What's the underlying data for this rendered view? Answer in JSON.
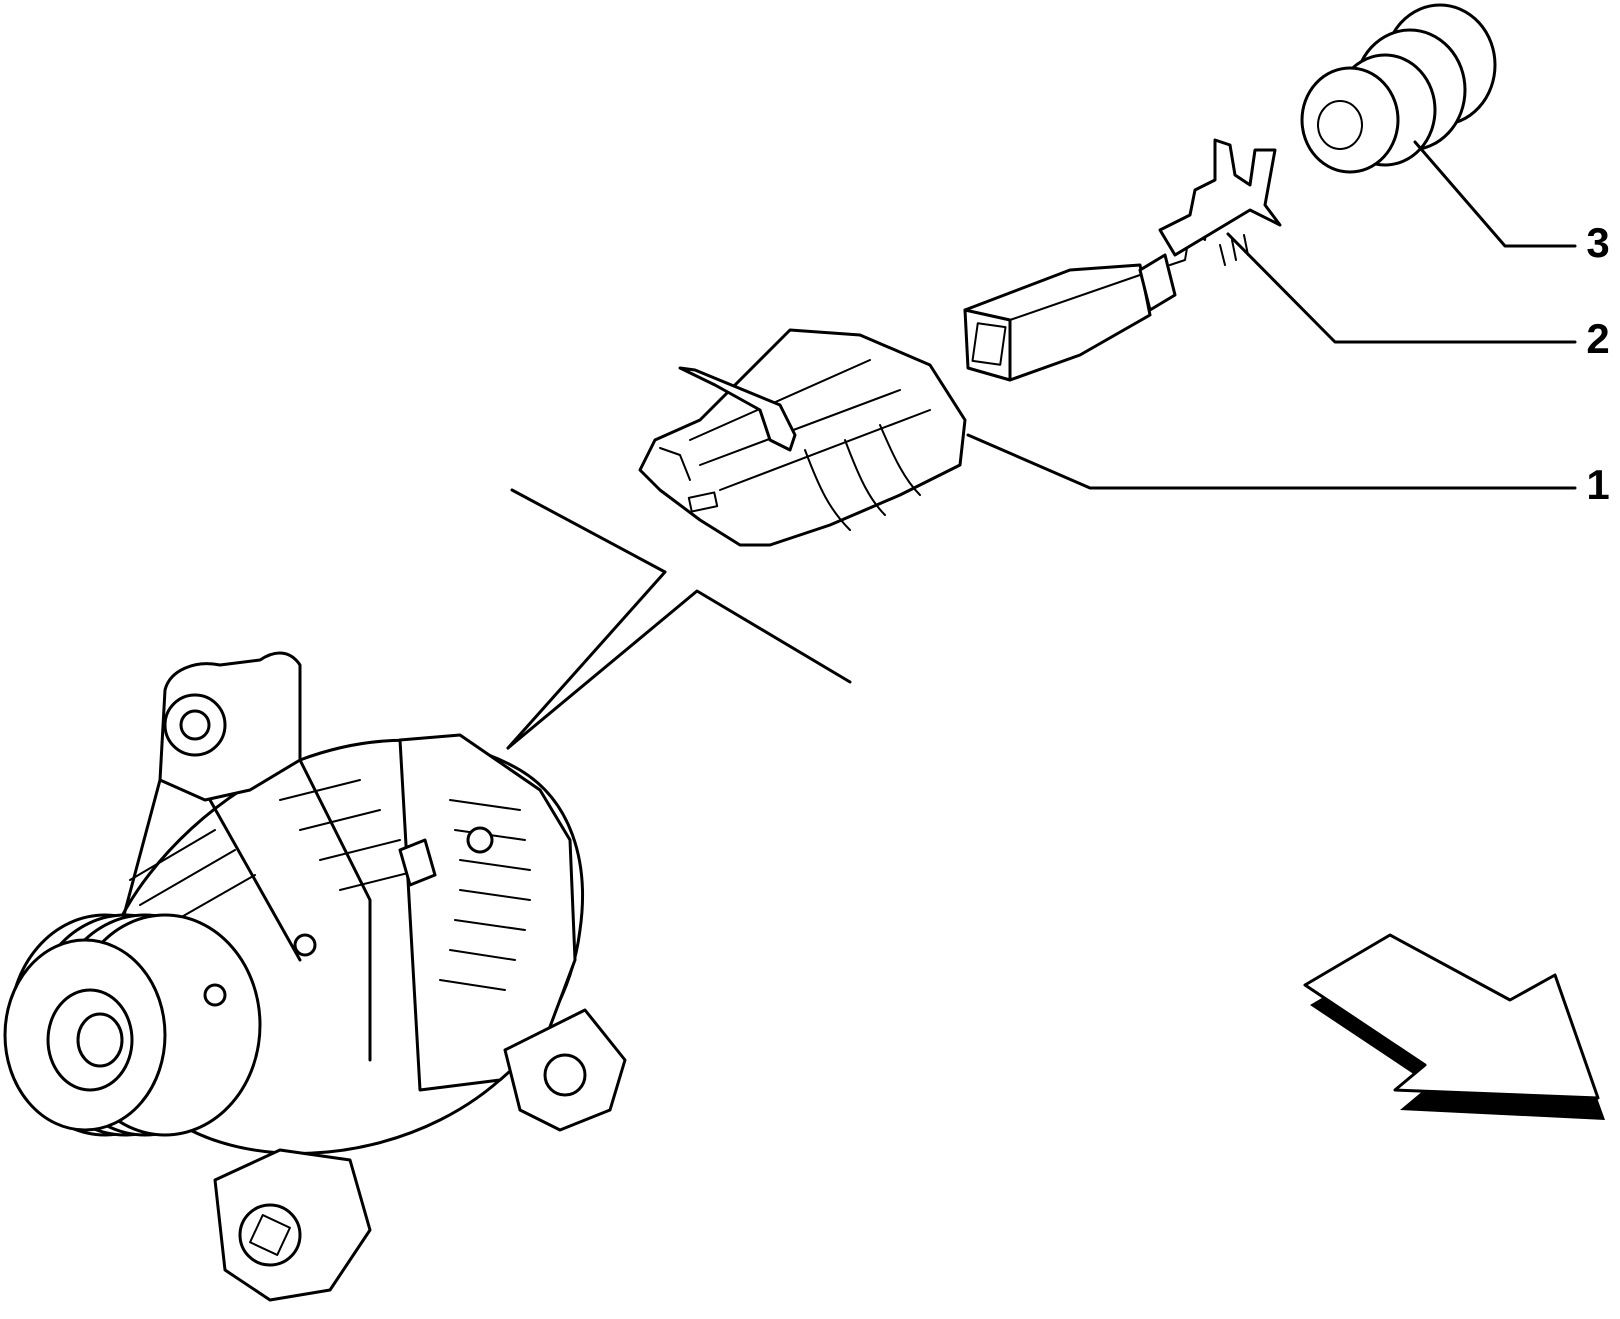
{
  "callouts": [
    {
      "number": "1",
      "part": "connector-housing"
    },
    {
      "number": "2",
      "part": "crimp-terminal"
    },
    {
      "number": "3",
      "part": "seal-grommet"
    }
  ],
  "colors": {
    "ink": "#000000",
    "background": "#ffffff"
  },
  "icons": [
    "alternator-icon",
    "connector-housing-icon",
    "crimp-terminal-icon",
    "seal-grommet-icon",
    "direction-arrow-icon"
  ]
}
